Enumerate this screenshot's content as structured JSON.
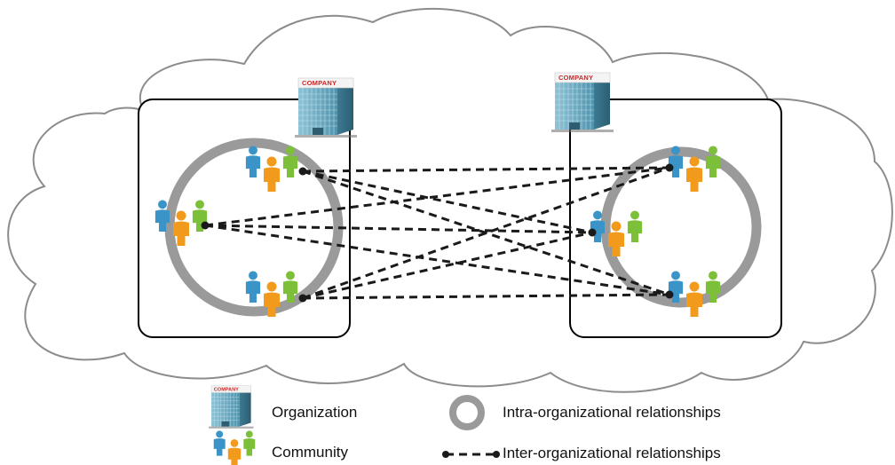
{
  "diagram": {
    "organizations": [
      {
        "id": "org-left",
        "sign": "COMPANY"
      },
      {
        "id": "org-right",
        "sign": "COMPANY"
      }
    ],
    "legend": {
      "items": [
        {
          "id": "organization",
          "label": "Organization",
          "icon": "company-building-icon"
        },
        {
          "id": "community",
          "label": "Community",
          "icon": "people-group-icon"
        },
        {
          "id": "intra",
          "label": "Intra-organizational relationships",
          "icon": "gray-ring-icon"
        },
        {
          "id": "inter",
          "label": "Inter-organizational relationships",
          "icon": "dashed-link-icon"
        }
      ],
      "sign": "COMPANY"
    },
    "colors": {
      "person_blue": "#3a94c8",
      "person_orange": "#f29a1c",
      "person_green": "#7cc03a",
      "ring": "#9a9a9a",
      "link": "#1a1a1a",
      "cloud_stroke": "#8c8c8c",
      "company_sign": "#c62828"
    },
    "links": [
      [
        "L1",
        "R1"
      ],
      [
        "L1",
        "R2"
      ],
      [
        "L1",
        "R3"
      ],
      [
        "L2",
        "R1"
      ],
      [
        "L2",
        "R2"
      ],
      [
        "L2",
        "R3"
      ],
      [
        "L3",
        "R1"
      ],
      [
        "L3",
        "R2"
      ],
      [
        "L3",
        "R3"
      ]
    ]
  }
}
